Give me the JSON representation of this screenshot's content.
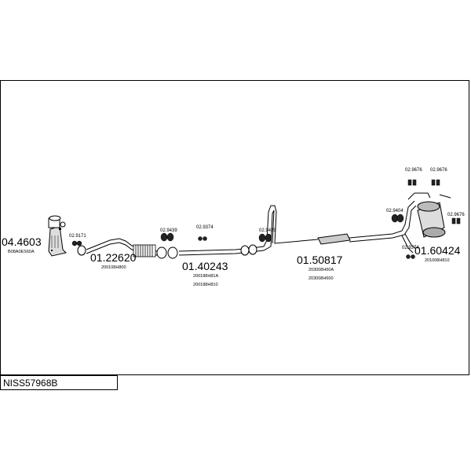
{
  "diagram": {
    "reference_code": "NISS57968B",
    "parts": [
      {
        "id": "p1",
        "part_no": "04.4603",
        "oem_codes": [
          "B08A0ES60A"
        ]
      },
      {
        "id": "p2",
        "part_no": "01.22620",
        "oem_codes": [
          "200108H800"
        ]
      },
      {
        "id": "p3",
        "part_no": "01.40243",
        "oem_codes": [
          "200188H81A",
          "200188H810"
        ]
      },
      {
        "id": "p4",
        "part_no": "01.50817",
        "oem_codes": [
          "203008H60A",
          "203008H600"
        ]
      },
      {
        "id": "p5",
        "part_no": "01.60424",
        "oem_codes": [
          "201008H810"
        ]
      }
    ],
    "accessories": [
      {
        "id": "a1",
        "code": "02.9171"
      },
      {
        "id": "a2",
        "code": "02.9439"
      },
      {
        "id": "a3",
        "code": "02.9374"
      },
      {
        "id": "a4",
        "code": "02.9439"
      },
      {
        "id": "a5",
        "code": "02.9404"
      },
      {
        "id": "a6",
        "code": "02.9374"
      },
      {
        "id": "a7",
        "code": "02.9676"
      },
      {
        "id": "a8",
        "code": "02.9676"
      },
      {
        "id": "a9",
        "code": "02.9676"
      }
    ]
  }
}
